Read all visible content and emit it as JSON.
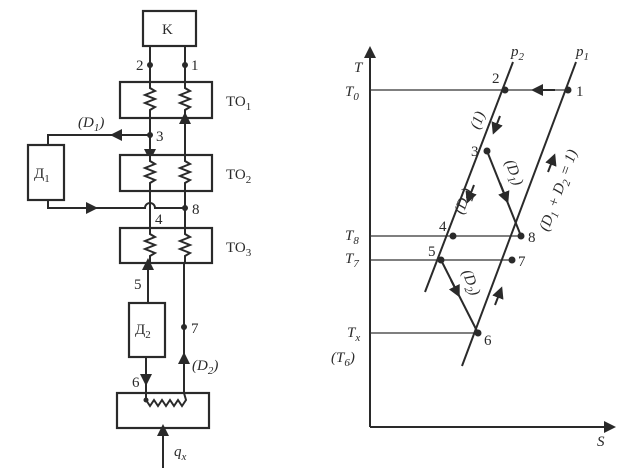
{
  "schematic": {
    "compressor_label": "K",
    "heat_exchangers": [
      {
        "id": "TO1",
        "label": "TO",
        "sub": "1"
      },
      {
        "id": "TO2",
        "label": "TO",
        "sub": "2"
      },
      {
        "id": "TO3",
        "label": "TO",
        "sub": "3"
      }
    ],
    "expanders": [
      {
        "id": "D1",
        "label": "Д",
        "sub": "1"
      },
      {
        "id": "D2",
        "label": "Д",
        "sub": "2"
      }
    ],
    "points": [
      "1",
      "2",
      "3",
      "4",
      "5",
      "6",
      "7",
      "8"
    ],
    "flow_labels": {
      "d1": {
        "open": "(",
        "var": "D",
        "sub": "1",
        "close": ")"
      },
      "d2": {
        "open": "(",
        "var": "D",
        "sub": "2",
        "close": ")"
      }
    },
    "heat_input": {
      "var": "q",
      "sub": "x"
    }
  },
  "ts_diagram": {
    "y_axis_label": "T",
    "x_axis_label": "S",
    "isobars": [
      {
        "var": "p",
        "sub": "2"
      },
      {
        "var": "p",
        "sub": "1"
      }
    ],
    "temperature_levels": [
      {
        "var": "T",
        "sub": "0"
      },
      {
        "var": "T",
        "sub": "8"
      },
      {
        "var": "T",
        "sub": "7"
      },
      {
        "var": "T",
        "sub": "x"
      },
      {
        "open": "(",
        "var": "T",
        "sub": "6",
        "close": ")"
      }
    ],
    "points": [
      "1",
      "2",
      "3",
      "4",
      "5",
      "6",
      "7",
      "8"
    ],
    "process_labels": {
      "full": "(1)",
      "d1": {
        "open": "(",
        "var": "D",
        "sub": "1",
        "close": ")"
      },
      "d2_upper": {
        "open": "(",
        "var": "D",
        "sub": "2",
        "close": ")"
      },
      "d2_lower": {
        "open": "(",
        "var": "D",
        "sub": "2",
        "close": ")"
      },
      "sum": {
        "open": "(",
        "a": "D",
        "a_sub": "1",
        "plus": " + ",
        "b": "D",
        "b_sub": "2",
        "eq": " = 1)"
      }
    }
  }
}
